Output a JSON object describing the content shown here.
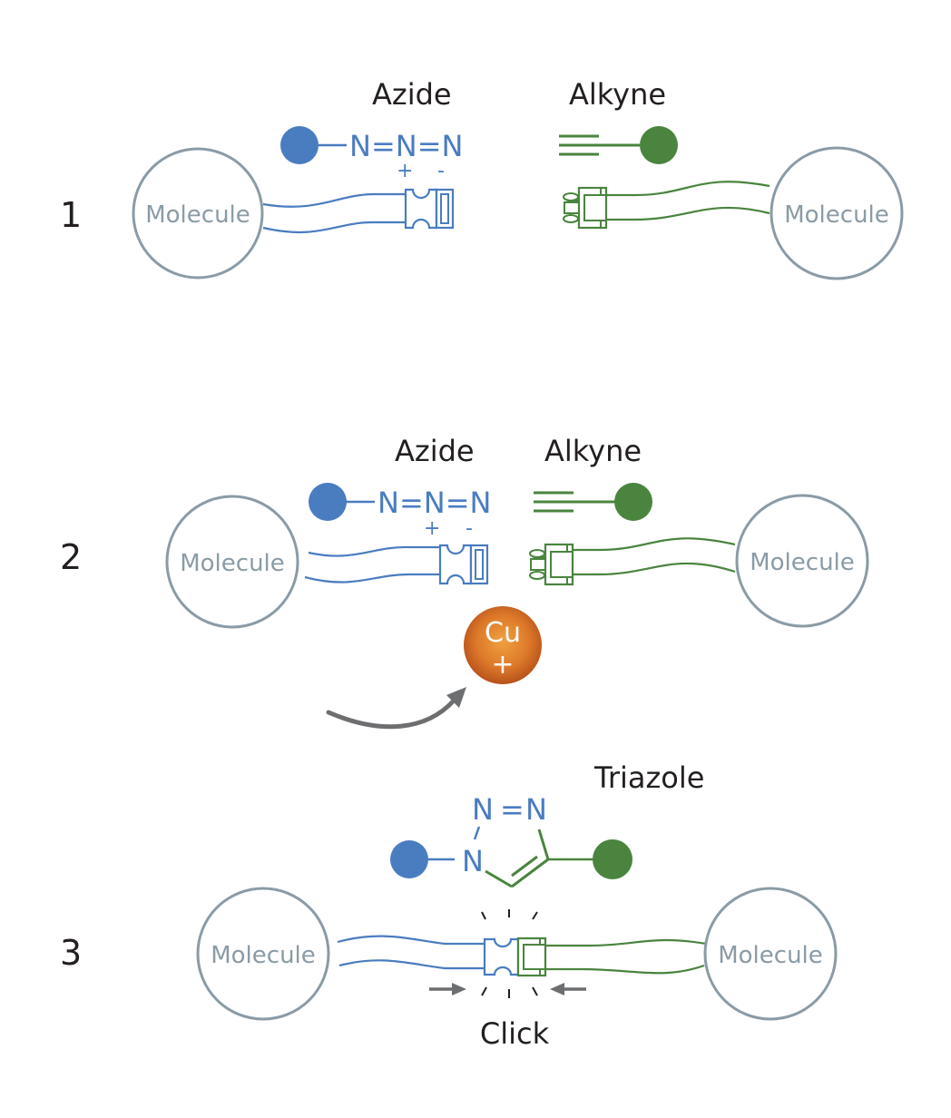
{
  "colors": {
    "azide": "#4a7cc0",
    "alkyne": "#4a843f",
    "molecule": "#8a9ba6",
    "copper": "#d9792a",
    "arrow": "#6d6e70",
    "text": "#231f20"
  },
  "steps": [
    {
      "number": "1",
      "azide_label": "Azide",
      "alkyne_label": "Alkyne",
      "azide_formula": "N=N=N",
      "charges": {
        "plus": "+",
        "minus": "-"
      },
      "molecule_left": "Molecule",
      "molecule_right": "Molecule"
    },
    {
      "number": "2",
      "azide_label": "Azide",
      "alkyne_label": "Alkyne",
      "azide_formula": "N=N=N",
      "charges": {
        "plus": "+",
        "minus": "-"
      },
      "molecule_left": "Molecule",
      "molecule_right": "Molecule",
      "catalyst": {
        "symbol": "Cu",
        "charge": "+"
      }
    },
    {
      "number": "3",
      "product_label": "Triazole",
      "triazole_atoms": {
        "n1": "N",
        "n2": "N",
        "n3": "N",
        "eq": "="
      },
      "molecule_left": "Molecule",
      "molecule_right": "Molecule",
      "action_label": "Click"
    }
  ]
}
